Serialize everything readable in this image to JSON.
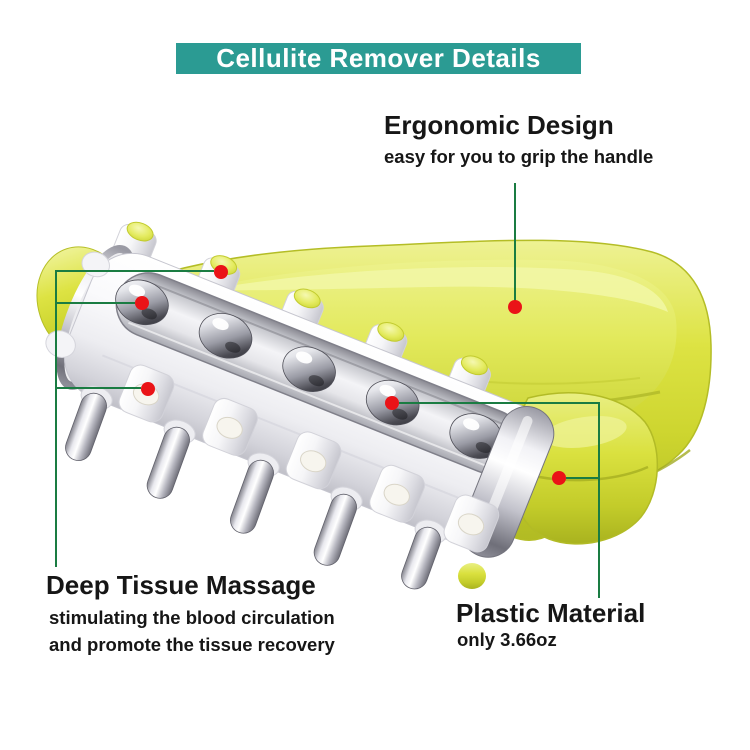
{
  "banner": {
    "title": "Cellulite Remover Details"
  },
  "callouts": {
    "ergonomic": {
      "title": "Ergonomic Design",
      "subtitle": "easy for you to grip the handle"
    },
    "deep_tissue": {
      "title": "Deep Tissue Massage",
      "subtitle_line1": "stimulating the blood circulation",
      "subtitle_line2": "and promote the tissue recovery"
    },
    "plastic": {
      "title": "Plastic Material",
      "subtitle": "only 3.66oz"
    }
  },
  "colors": {
    "banner_background": "#2b9b93",
    "banner_text": "#ffffff",
    "callout_line_green": "#1a7c42",
    "callout_dot_red": "#ea1317",
    "handle_yellow_green": "#d6dd3c",
    "roller_white": "#f2f2f5",
    "chrome_gray": "#b9bac2",
    "text_black": "#161616"
  },
  "product": {
    "icon": "massage-roller-photo"
  }
}
